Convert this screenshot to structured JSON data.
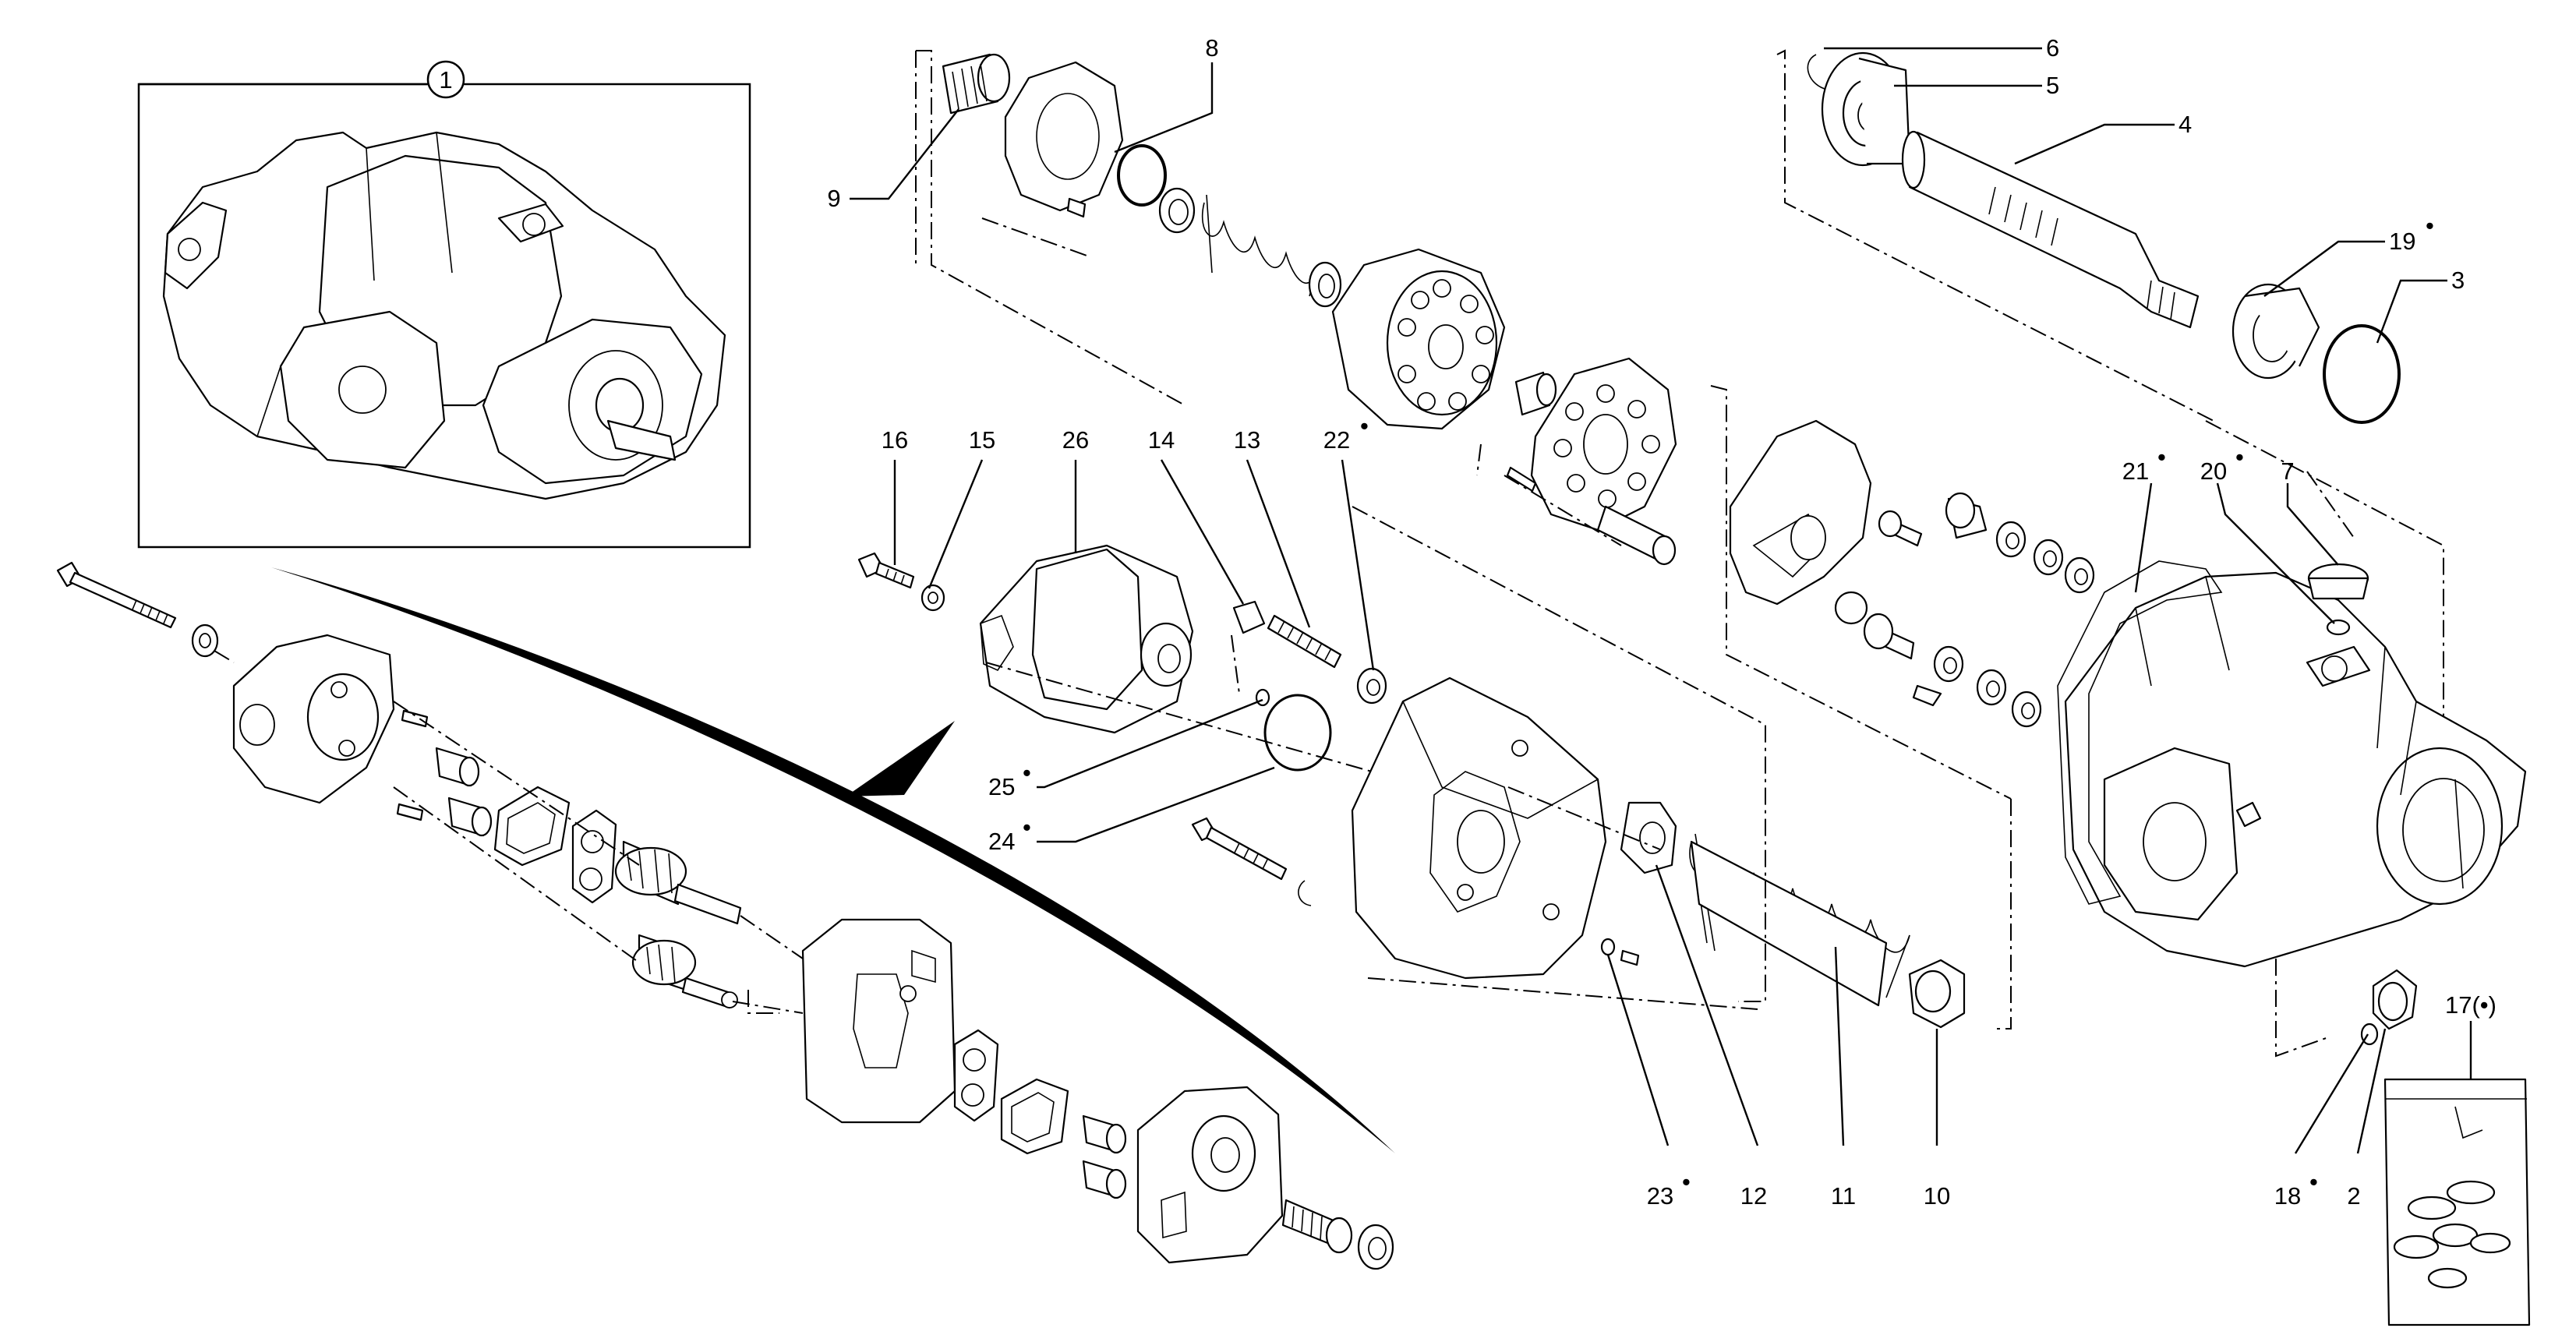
{
  "callouts": [
    {
      "id": "c1",
      "text": "1"
    },
    {
      "id": "c2",
      "text": "2"
    },
    {
      "id": "c3",
      "text": "3"
    },
    {
      "id": "c4",
      "text": "4"
    },
    {
      "id": "c5",
      "text": "5"
    },
    {
      "id": "c6",
      "text": "6"
    },
    {
      "id": "c7",
      "text": "7"
    },
    {
      "id": "c8",
      "text": "8"
    },
    {
      "id": "c9",
      "text": "9"
    },
    {
      "id": "c10",
      "text": "10"
    },
    {
      "id": "c11",
      "text": "11"
    },
    {
      "id": "c12",
      "text": "12"
    },
    {
      "id": "c13",
      "text": "13"
    },
    {
      "id": "c14",
      "text": "14"
    },
    {
      "id": "c15",
      "text": "15"
    },
    {
      "id": "c16",
      "text": "16"
    },
    {
      "id": "c17",
      "text": "17(•)"
    },
    {
      "id": "c18",
      "text": "18"
    },
    {
      "id": "c19",
      "text": "19"
    },
    {
      "id": "c20",
      "text": "20"
    },
    {
      "id": "c21",
      "text": "21"
    },
    {
      "id": "c22",
      "text": "22"
    },
    {
      "id": "c23",
      "text": "23"
    },
    {
      "id": "c24",
      "text": "24"
    },
    {
      "id": "c25",
      "text": "25"
    },
    {
      "id": "c26",
      "text": "26"
    }
  ],
  "bullet": "•"
}
